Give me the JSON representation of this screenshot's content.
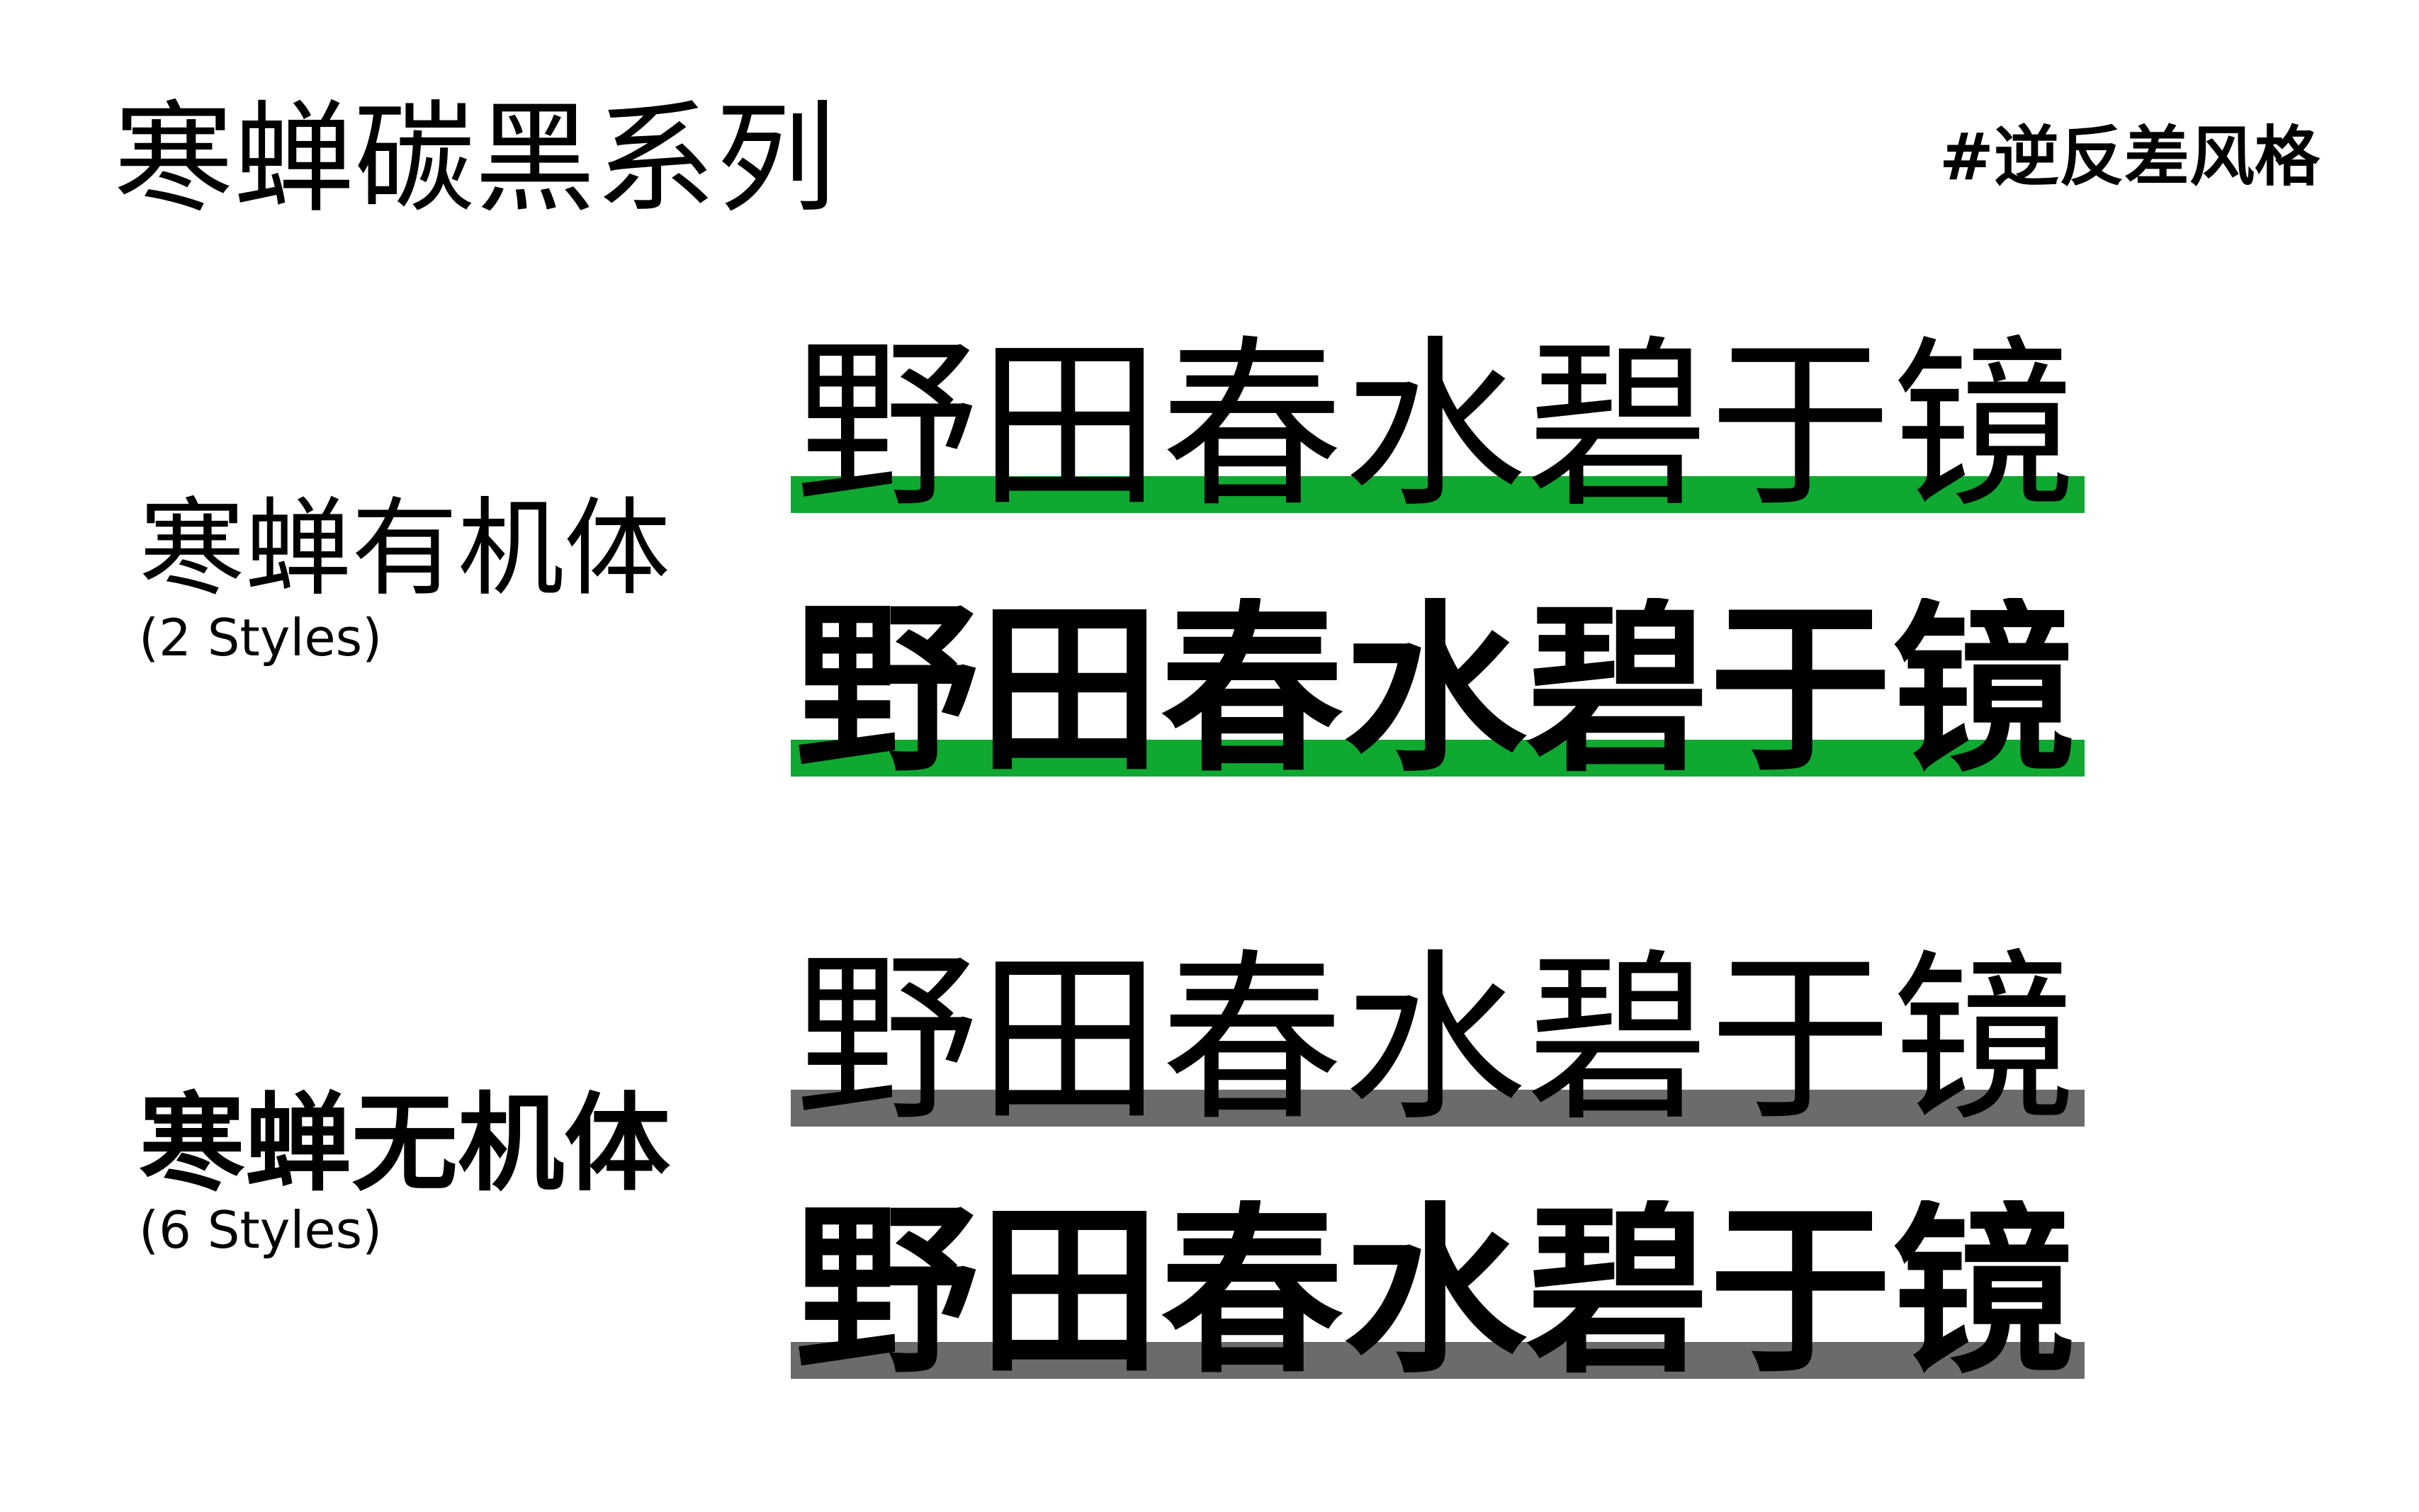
{
  "title": "寒蝉碳黑系列",
  "tag": "#逆反差风格",
  "colors": {
    "accent_green": "#0fa830",
    "accent_gray": "#6b6b6b"
  },
  "families": [
    {
      "name": "寒蝉有机体",
      "styles": "(2 Styles)",
      "bar_color": "#0fa830",
      "samples": [
        "野田春水碧于镜",
        "野田春水碧于镜"
      ]
    },
    {
      "name": "寒蝉无机体",
      "styles": "(6 Styles)",
      "bar_color": "#6b6b6b",
      "samples": [
        "野田春水碧于镜",
        "野田春水碧于镜"
      ]
    }
  ]
}
